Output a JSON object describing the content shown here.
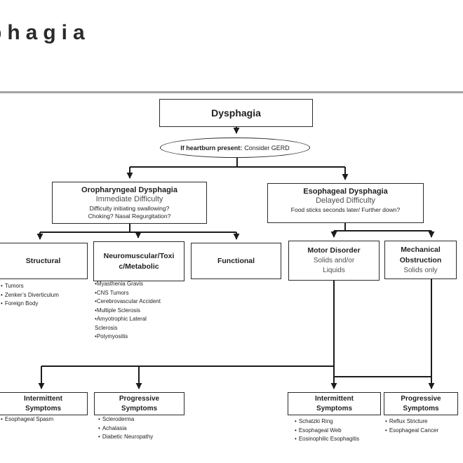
{
  "page": {
    "title_visible": "phagia",
    "divider_color": "#a4a4a4"
  },
  "colors": {
    "line": "#1c1c1c",
    "border": "#2b2b2b",
    "text": "#1f1f1f",
    "muted": "#4f4f4f"
  },
  "bullet_char": "•",
  "flowchart": {
    "root": {
      "label": "Dysphagia"
    },
    "gerd": {
      "bold": "If heartburn present:",
      "regular": "Consider GERD"
    },
    "oropharyngeal": {
      "title": "Oropharyngeal Dysphagia",
      "subtitle": "Immediate Difficulty",
      "questions": [
        "Difficulty initiating swallowing?",
        "Choking? Nasal Regurgitation?"
      ]
    },
    "esophageal": {
      "title": "Esophageal Dysphagia",
      "subtitle": "Delayed Difficulty",
      "questions": [
        "Food sticks seconds later/ Further down?"
      ]
    },
    "structural": {
      "title": "Structural",
      "items": [
        "Tumors",
        "Zenker’s Diverticulum",
        "Foreign Body"
      ]
    },
    "neuromuscular": {
      "title_lines": [
        "Neuromuscular/Toxi",
        "c/Metabolic"
      ],
      "items": [
        "Myasthenia Gravis",
        "CNS Tumors",
        "Cerebrovascular Accident",
        "Multiple Sclerosis",
        "Amyotrophic Lateral Sclerosis",
        "Polymyositis"
      ]
    },
    "functional": {
      "title": "Functional"
    },
    "motor": {
      "title": "Motor Disorder",
      "subtitle_lines": [
        "Solids and/or",
        "Liquids"
      ]
    },
    "mechanical": {
      "title_lines": [
        "Mechanical",
        "Obstruction"
      ],
      "subtitle": "Solids only"
    },
    "intermittent_left": {
      "title_lines": [
        "Intermittent",
        "Symptoms"
      ],
      "items": [
        "Esophageal Spasm"
      ]
    },
    "progressive_left": {
      "title_lines": [
        "Progressive",
        "Symptoms"
      ],
      "items": [
        "Scleroderma",
        "Achalasia",
        "Diabetic Neuropathy"
      ]
    },
    "intermittent_right": {
      "title_lines": [
        "Intermittent",
        "Symptoms"
      ],
      "items": [
        "Schatzki Ring",
        "Esophageal Web",
        "Eosinophilic Esophagitis"
      ]
    },
    "progressive_right": {
      "title_lines": [
        "Progressive",
        "Symptoms"
      ],
      "items": [
        "Reflux Stricture",
        "Esophageal Cancer"
      ]
    }
  }
}
